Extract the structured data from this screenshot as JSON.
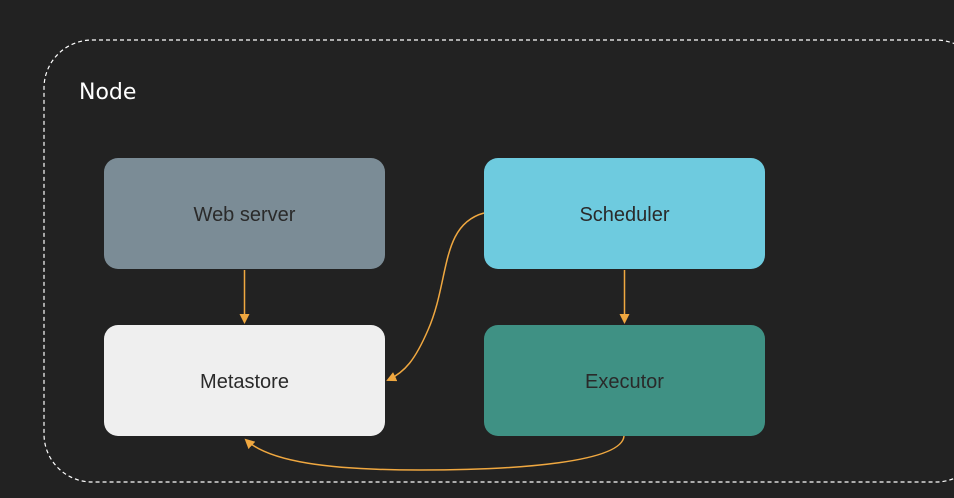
{
  "node": {
    "label": "Node"
  },
  "components": {
    "web_server": {
      "label": "Web server",
      "color": "#7b8c96"
    },
    "scheduler": {
      "label": "Scheduler",
      "color": "#6ecbdf"
    },
    "metastore": {
      "label": "Metastore",
      "color": "#efefef"
    },
    "executor": {
      "label": "Executor",
      "color": "#3f9184"
    }
  },
  "edges": [
    {
      "from": "Web server",
      "to": "Metastore"
    },
    {
      "from": "Scheduler",
      "to": "Metastore"
    },
    {
      "from": "Scheduler",
      "to": "Executor"
    },
    {
      "from": "Executor",
      "to": "Metastore"
    }
  ],
  "colors": {
    "background": "#222222",
    "arrow": "#f0a840",
    "border": "#ffffff"
  }
}
